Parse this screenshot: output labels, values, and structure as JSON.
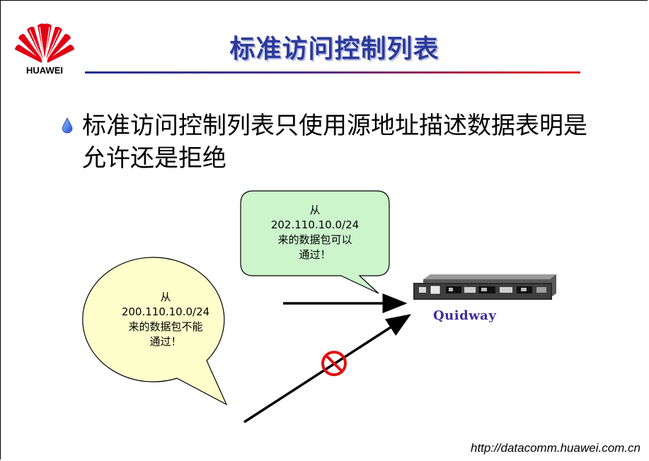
{
  "header": {
    "logo_text": "HUAWEI",
    "title": "标准访问控制列表",
    "accent_colors": [
      "#2B3A9A",
      "#E52424"
    ]
  },
  "bullet": {
    "icon": "water-drop-icon",
    "text": "标准访问控制列表只使用源地址描述数据表明是允许还是拒绝"
  },
  "diagram": {
    "allow_callout": {
      "lines": [
        "从",
        "202.110.10.0/24",
        "来的数据包可以",
        "通过！"
      ],
      "fill": "#ccf5cc"
    },
    "deny_callout": {
      "lines": [
        "从",
        "200.110.10.0/24",
        "来的数据包不能",
        "通过！"
      ],
      "fill": "#ffffcc"
    },
    "device": {
      "icon": "router-icon",
      "label": "Quidway"
    },
    "deny_symbol": {
      "icon": "prohibited-icon",
      "color": "#e01010"
    }
  },
  "footer": {
    "url": "http://datacomm.huawei.com.cn"
  }
}
